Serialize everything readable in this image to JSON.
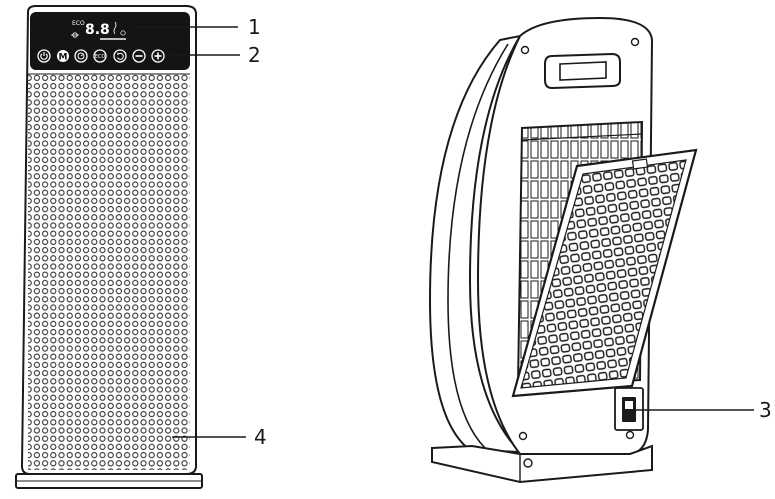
{
  "figure": {
    "callouts": [
      {
        "id": "1",
        "label": "1"
      },
      {
        "id": "2",
        "label": "2"
      },
      {
        "id": "3",
        "label": "3"
      },
      {
        "id": "4",
        "label": "4"
      }
    ],
    "control_panel": {
      "display_digits": "8.8",
      "eco_label": "ECO",
      "mode_button_letter": "M",
      "eco_button_label": "ECO"
    },
    "colors": {
      "line": "#1a1a1a",
      "panel": "#141414",
      "grille": "#2a2a2a"
    },
    "icons": [
      "power-icon",
      "mode-icon",
      "timer-icon",
      "eco-icon",
      "oscillation-icon",
      "minus-icon",
      "plus-icon",
      "fan-icon",
      "heat-icon",
      "rocker-switch-icon"
    ]
  }
}
